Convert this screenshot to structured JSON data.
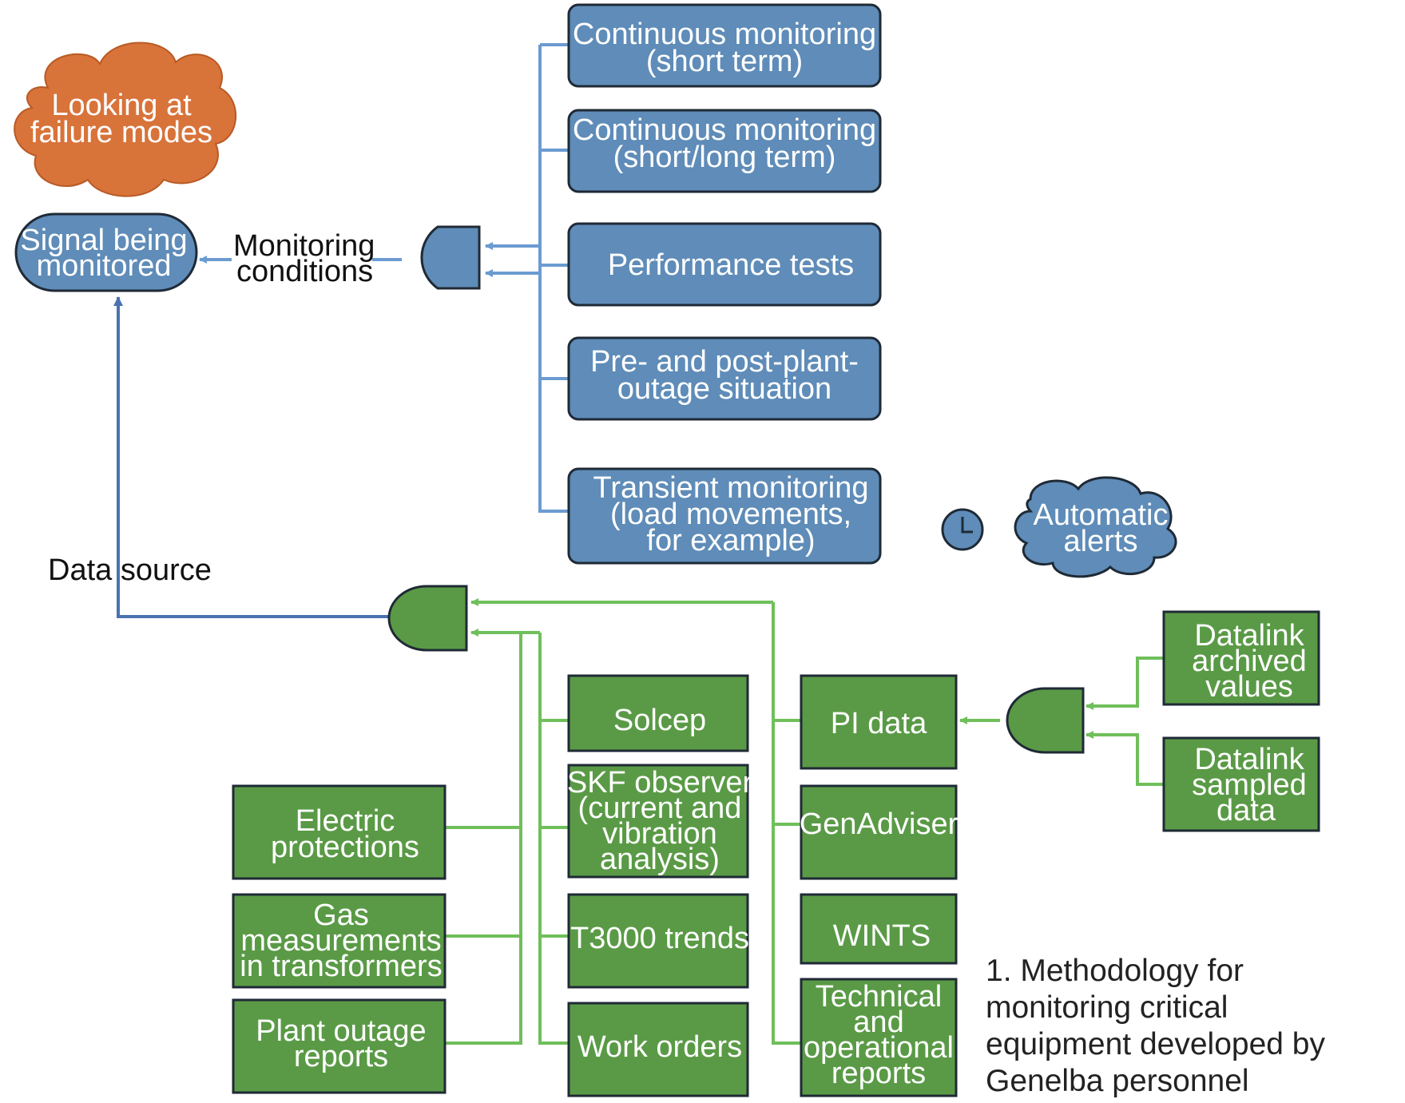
{
  "colors": {
    "blue_fill": "#5f8cb8",
    "blue_line": "#6b9bd1",
    "dark_blue_line": "#4a72b0",
    "green_fill": "#5a9a46",
    "green_line": "#6fbf5a",
    "orange_fill": "#d8733a",
    "outline": "#1f2a36"
  },
  "cloud_failure": {
    "lines": [
      "Looking at",
      "failure modes"
    ]
  },
  "signal": {
    "lines": [
      "Signal being",
      "monitored"
    ]
  },
  "monitoring_conditions": {
    "lines": [
      "Monitoring",
      "conditions"
    ]
  },
  "data_source": {
    "label": "Data source"
  },
  "monitoring_boxes": [
    {
      "lines": [
        "Continuous monitoring",
        "(short term)"
      ]
    },
    {
      "lines": [
        "Continuous monitoring",
        "(short/long term)"
      ]
    },
    {
      "lines": [
        "Performance tests"
      ]
    },
    {
      "lines": [
        "Pre- and post-plant-",
        "outage situation"
      ]
    },
    {
      "lines": [
        "Transient monitoring",
        "(load movements,",
        "for example)"
      ]
    }
  ],
  "alerts": {
    "icon": "clock-icon",
    "lines": [
      "Automatic",
      "alerts"
    ]
  },
  "left_sources": [
    {
      "lines": [
        "Electric",
        "protections"
      ]
    },
    {
      "lines": [
        "Gas",
        "measurements",
        "in transformers"
      ]
    },
    {
      "lines": [
        "Plant outage",
        "reports"
      ]
    }
  ],
  "mid_sources": [
    {
      "lines": [
        "Solcep"
      ]
    },
    {
      "lines": [
        "SKF observer",
        "(current and",
        "vibration",
        "analysis)"
      ]
    },
    {
      "lines": [
        "T3000 trends"
      ]
    },
    {
      "lines": [
        "Work orders"
      ]
    }
  ],
  "right_sources": [
    {
      "lines": [
        "PI data"
      ]
    },
    {
      "lines": [
        "GenAdviser"
      ]
    },
    {
      "lines": [
        "WINTS"
      ]
    },
    {
      "lines": [
        "Technical",
        "and",
        "operational",
        "reports"
      ]
    }
  ],
  "datalink_sources": [
    {
      "lines": [
        "Datalink",
        "archived",
        "values"
      ]
    },
    {
      "lines": [
        "Datalink",
        "sampled",
        "data"
      ]
    }
  ],
  "caption": {
    "lines": [
      "1. Methodology for",
      "monitoring critical",
      "equipment developed by",
      "Genelba personnel"
    ]
  }
}
